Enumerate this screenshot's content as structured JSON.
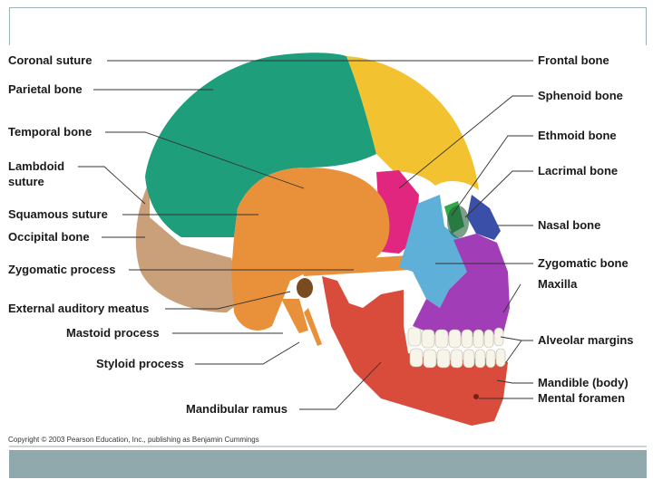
{
  "labels": {
    "coronal_suture": "Coronal suture",
    "parietal_bone": "Parietal bone",
    "temporal_bone": "Temporal bone",
    "lambdoid_1": "Lambdoid",
    "lambdoid_2": "suture",
    "squamous_suture": "Squamous suture",
    "occipital_bone": "Occipital bone",
    "zygomatic_process": "Zygomatic process",
    "external_auditory_meatus": "External auditory meatus",
    "mastoid_process": "Mastoid process",
    "styloid_process": "Styloid process",
    "mandibular_ramus": "Mandibular ramus",
    "frontal_bone": "Frontal bone",
    "sphenoid_bone": "Sphenoid bone",
    "ethmoid_bone": "Ethmoid bone",
    "lacrimal_bone": "Lacrimal bone",
    "nasal_bone": "Nasal bone",
    "zygomatic_bone": "Zygomatic bone",
    "maxilla": "Maxilla",
    "alveolar_margins": "Alveolar margins",
    "mandible_body": "Mandible (body)",
    "mental_foramen": "Mental foramen"
  },
  "copyright": "Copyright © 2003 Pearson Education, Inc., publishing as Benjamin Cummings",
  "colors": {
    "parietal": "#1f9e7c",
    "frontal": "#f2c230",
    "temporal": "#e8913a",
    "occipital": "#c9a07a",
    "sphenoid": "#e0267f",
    "zygomatic": "#5fb0d8",
    "maxilla": "#a23db8",
    "nasal": "#3a4fa8",
    "mandible": "#d94b3a",
    "ethmoid": "#33a84a"
  }
}
